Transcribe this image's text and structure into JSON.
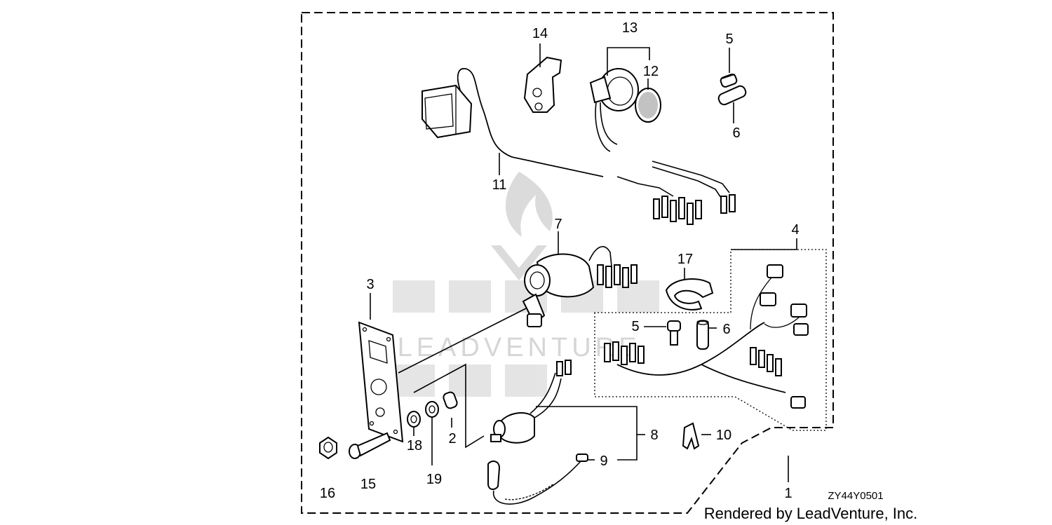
{
  "diagram": {
    "drawing_code": "ZY44Y0501",
    "credit": "Rendered by LeadVenture, Inc.",
    "watermark": "LEADVENTURE",
    "callouts": [
      {
        "id": "c1",
        "label": "1"
      },
      {
        "id": "c2",
        "label": "2"
      },
      {
        "id": "c3",
        "label": "3"
      },
      {
        "id": "c4",
        "label": "4"
      },
      {
        "id": "c5a",
        "label": "5"
      },
      {
        "id": "c5b",
        "label": "5"
      },
      {
        "id": "c6a",
        "label": "6"
      },
      {
        "id": "c6b",
        "label": "6"
      },
      {
        "id": "c7",
        "label": "7"
      },
      {
        "id": "c8",
        "label": "8"
      },
      {
        "id": "c9",
        "label": "9"
      },
      {
        "id": "c10",
        "label": "10"
      },
      {
        "id": "c11",
        "label": "11"
      },
      {
        "id": "c12",
        "label": "12"
      },
      {
        "id": "c13",
        "label": "13"
      },
      {
        "id": "c14",
        "label": "14"
      },
      {
        "id": "c15",
        "label": "15"
      },
      {
        "id": "c16",
        "label": "16"
      },
      {
        "id": "c17",
        "label": "17"
      },
      {
        "id": "c18",
        "label": "18"
      },
      {
        "id": "c19",
        "label": "19"
      }
    ]
  }
}
